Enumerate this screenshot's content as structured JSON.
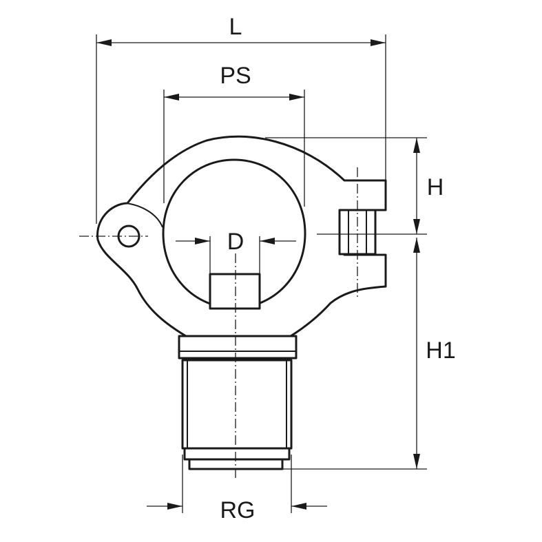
{
  "dimensions": {
    "L": "L",
    "PS": "PS",
    "H": "H",
    "H1": "H1",
    "D": "D",
    "RG": "RG"
  }
}
